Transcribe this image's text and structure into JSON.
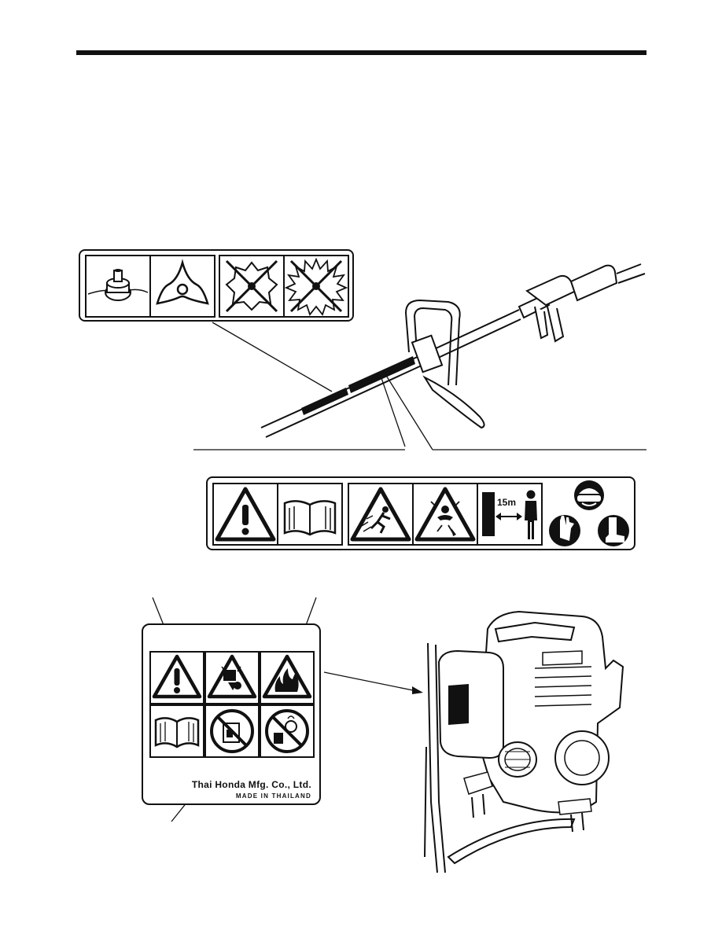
{
  "shaft_label": {
    "icons": [
      {
        "name": "nylon-cutter-head-icon",
        "allowed": true
      },
      {
        "name": "three-tooth-blade-icon",
        "allowed": true
      },
      {
        "name": "toothed-blade-prohibited-icon",
        "allowed": false
      },
      {
        "name": "saw-blade-prohibited-icon",
        "allowed": false
      }
    ]
  },
  "safety_label": {
    "icons": [
      "warning-icon",
      "read-manual-icon",
      "thrown-objects-icon",
      "flying-debris-icon",
      "safe-distance-icon",
      "protective-equipment-icon"
    ],
    "distance_text": "15m"
  },
  "engine_label": {
    "icons": [
      "warning-icon",
      "hot-surface-icon",
      "fire-hazard-icon",
      "read-manual-icon",
      "no-refuel-icon",
      "no-fire-fuel-icon"
    ],
    "manufacturer": "Thai Honda Mfg. Co., Ltd.",
    "origin": "MADE IN THAILAND"
  },
  "colors": {
    "ink": "#111111",
    "paper": "#ffffff"
  }
}
